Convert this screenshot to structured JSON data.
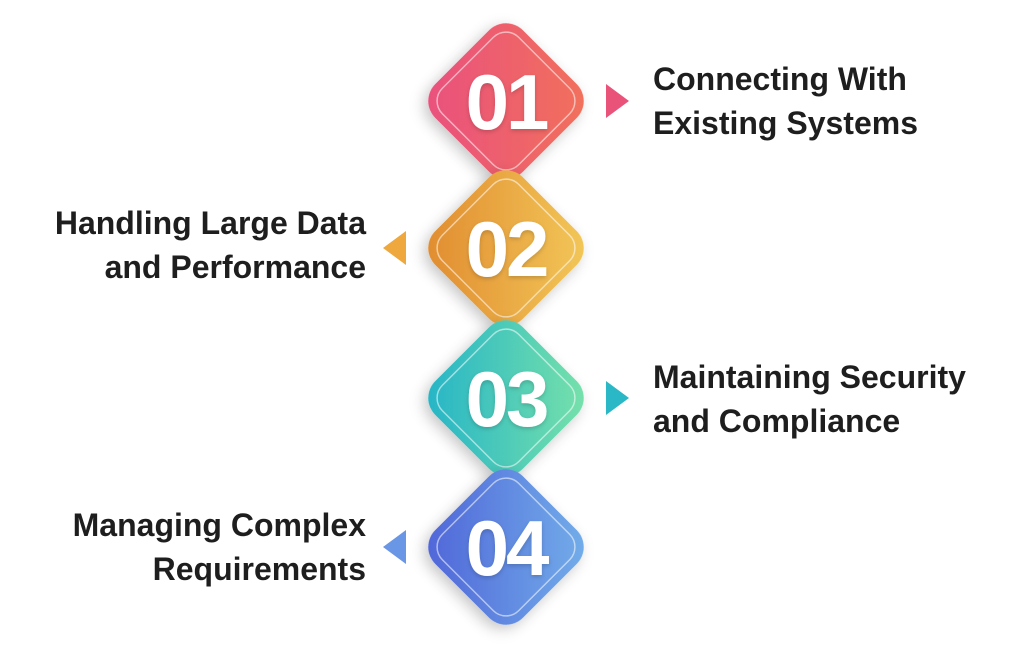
{
  "steps": [
    {
      "number": "01",
      "title_lines": [
        "Connecting With",
        "Existing Systems"
      ],
      "side": "right",
      "colors": {
        "start": "#e94f7f",
        "end": "#f2725a",
        "arrow": "#e9537a"
      }
    },
    {
      "number": "02",
      "title_lines": [
        "Handling Large Data",
        "and Performance"
      ],
      "side": "left",
      "colors": {
        "start": "#e08a2e",
        "end": "#f3c95a",
        "arrow": "#eea83e"
      }
    },
    {
      "number": "03",
      "title_lines": [
        "Maintaining Security",
        "and Compliance"
      ],
      "side": "right",
      "colors": {
        "start": "#22b3c8",
        "end": "#7ae3a9",
        "arrow": "#2bb8c6"
      }
    },
    {
      "number": "04",
      "title_lines": [
        "Managing Complex",
        "Requirements"
      ],
      "side": "left",
      "colors": {
        "start": "#4e63d8",
        "end": "#74b0ea",
        "arrow": "#6a96e6"
      }
    }
  ]
}
